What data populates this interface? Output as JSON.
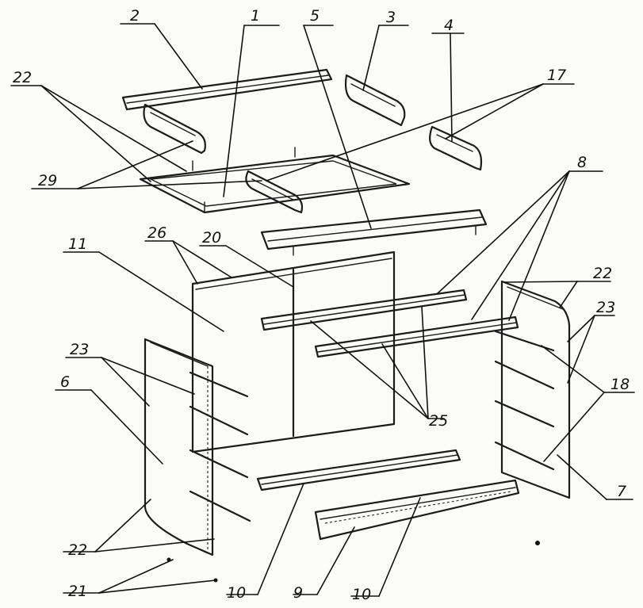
{
  "labels": {
    "l1": "1",
    "l2": "2",
    "l3": "3",
    "l4": "4",
    "l5": "5",
    "l6": "6",
    "l7": "7",
    "l8": "8",
    "l9": "9",
    "l10a": "10",
    "l10b": "10",
    "l11": "11",
    "l17": "17",
    "l18": "18",
    "l20": "20",
    "l21": "21",
    "l22a": "22",
    "l22b": "22",
    "l22c": "22",
    "l23a": "23",
    "l23b": "23",
    "l25": "25",
    "l26": "26",
    "l29": "29"
  }
}
